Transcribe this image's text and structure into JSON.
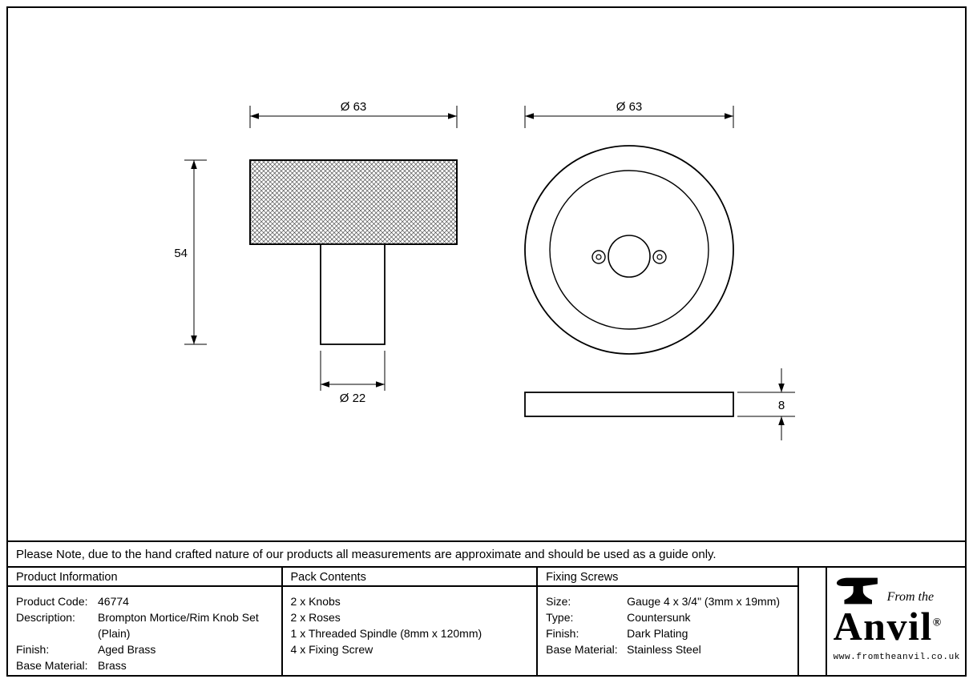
{
  "drawing": {
    "knob": {
      "dim_diameter": "Ø 63",
      "dim_height": "54",
      "dim_stem": "Ø 22"
    },
    "rose": {
      "dim_diameter": "Ø 63",
      "dim_thickness": "8"
    }
  },
  "note": "Please Note, due to the hand crafted nature of our products all measurements are approximate and should be used as a guide only.",
  "table": {
    "product_info": {
      "header": "Product Information",
      "rows": [
        {
          "label": "Product Code:",
          "value": "46774"
        },
        {
          "label": "Description:",
          "value": "Brompton Mortice/Rim Knob Set (Plain)"
        },
        {
          "label": "Finish:",
          "value": "Aged Brass"
        },
        {
          "label": "Base Material:",
          "value": "Brass"
        }
      ]
    },
    "pack_contents": {
      "header": "Pack Contents",
      "items": [
        "2 x Knobs",
        "2 x Roses",
        "1 x Threaded Spindle (8mm x 120mm)",
        "4 x Fixing Screw"
      ]
    },
    "fixing_screws": {
      "header": "Fixing Screws",
      "rows": [
        {
          "label": "Size:",
          "value": "Gauge 4 x 3/4\" (3mm x 19mm)"
        },
        {
          "label": "Type:",
          "value": "Countersunk"
        },
        {
          "label": "Finish:",
          "value": "Dark Plating"
        },
        {
          "label": "Base Material:",
          "value": "Stainless Steel"
        }
      ]
    }
  },
  "logo": {
    "from_the": "From the",
    "name": "Anvil",
    "registered": "®",
    "website": "www.fromtheanvil.co.uk"
  }
}
